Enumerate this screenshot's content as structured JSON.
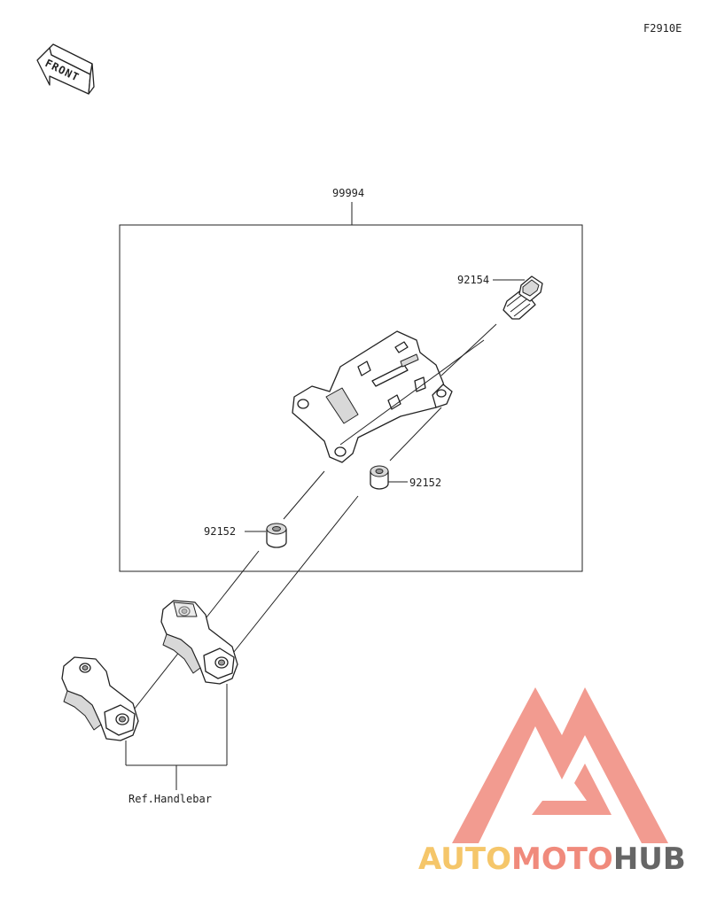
{
  "diagram_code": "F2910E",
  "front_label": "FRONT",
  "kit_part": "99994",
  "parts": {
    "bolt": "92154",
    "collar_right": "92152",
    "collar_left": "92152"
  },
  "reference_label": "Ref.Handlebar",
  "watermark": {
    "auto": "AUTO",
    "moto": "MOTO",
    "hub": "HUB",
    "colors": {
      "logo": "#f08a7c",
      "auto": "#f5c66a",
      "moto": "#f08a7c",
      "hub": "#666666"
    }
  }
}
